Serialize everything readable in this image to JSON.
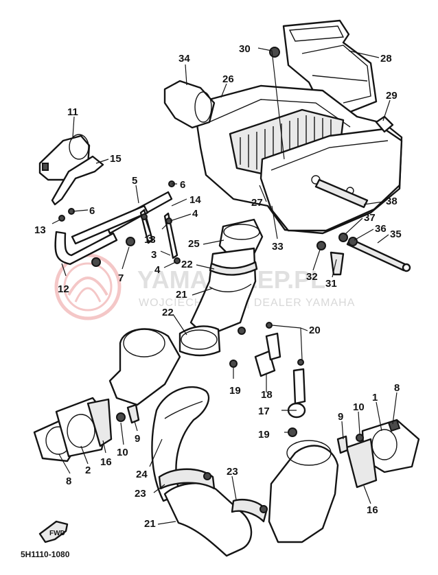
{
  "diagram": {
    "part_code": "5H1110-1080",
    "forward_label": "FWD",
    "watermark": {
      "title": "YAMASKLEP.PL",
      "subtitle": "WOJCIECH KOZIK | DEALER YAMAHA"
    },
    "callouts": [
      {
        "id": "c1",
        "text": "1"
      },
      {
        "id": "c2",
        "text": "2"
      },
      {
        "id": "c3a",
        "text": "3"
      },
      {
        "id": "c3b",
        "text": "3"
      },
      {
        "id": "c4a",
        "text": "4"
      },
      {
        "id": "c4b",
        "text": "4"
      },
      {
        "id": "c5",
        "text": "5"
      },
      {
        "id": "c6a",
        "text": "6"
      },
      {
        "id": "c6b",
        "text": "6"
      },
      {
        "id": "c7",
        "text": "7"
      },
      {
        "id": "c8a",
        "text": "8"
      },
      {
        "id": "c8b",
        "text": "8"
      },
      {
        "id": "c9a",
        "text": "9"
      },
      {
        "id": "c9b",
        "text": "9"
      },
      {
        "id": "c10a",
        "text": "10"
      },
      {
        "id": "c10b",
        "text": "10"
      },
      {
        "id": "c11",
        "text": "11"
      },
      {
        "id": "c12",
        "text": "12"
      },
      {
        "id": "c13a",
        "text": "13"
      },
      {
        "id": "c13b",
        "text": "13"
      },
      {
        "id": "c14",
        "text": "14"
      },
      {
        "id": "c15",
        "text": "15"
      },
      {
        "id": "c16a",
        "text": "16"
      },
      {
        "id": "c16b",
        "text": "16"
      },
      {
        "id": "c17",
        "text": "17"
      },
      {
        "id": "c18",
        "text": "18"
      },
      {
        "id": "c19a",
        "text": "19"
      },
      {
        "id": "c19b",
        "text": "19"
      },
      {
        "id": "c20",
        "text": "20"
      },
      {
        "id": "c21a",
        "text": "21"
      },
      {
        "id": "c21b",
        "text": "21"
      },
      {
        "id": "c22a",
        "text": "22"
      },
      {
        "id": "c22b",
        "text": "22"
      },
      {
        "id": "c23a",
        "text": "23"
      },
      {
        "id": "c23b",
        "text": "23"
      },
      {
        "id": "c24",
        "text": "24"
      },
      {
        "id": "c25",
        "text": "25"
      },
      {
        "id": "c26",
        "text": "26"
      },
      {
        "id": "c27",
        "text": "27"
      },
      {
        "id": "c28",
        "text": "28"
      },
      {
        "id": "c29",
        "text": "29"
      },
      {
        "id": "c30",
        "text": "30"
      },
      {
        "id": "c31",
        "text": "31"
      },
      {
        "id": "c32",
        "text": "32"
      },
      {
        "id": "c33",
        "text": "33"
      },
      {
        "id": "c34",
        "text": "34"
      },
      {
        "id": "c35",
        "text": "35"
      },
      {
        "id": "c36",
        "text": "36"
      },
      {
        "id": "c37",
        "text": "37"
      },
      {
        "id": "c38",
        "text": "38"
      }
    ]
  }
}
